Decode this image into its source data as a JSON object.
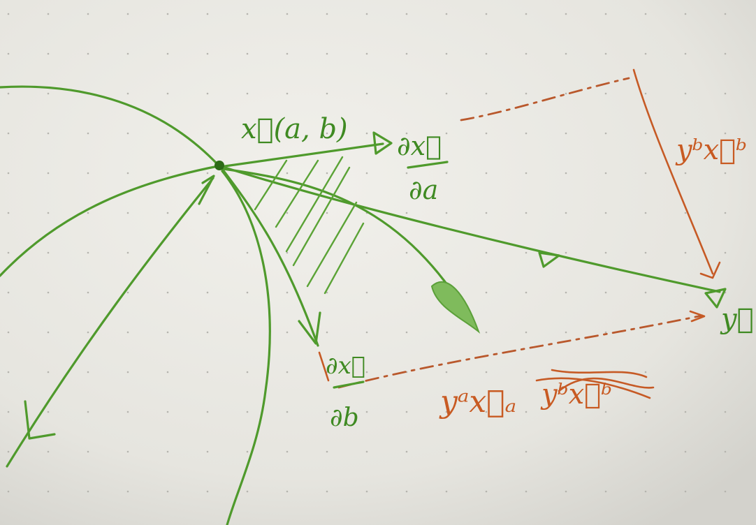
{
  "labels": {
    "point": "x⃗(a, b)",
    "partial_a_num": "∂x⃗",
    "partial_a_den": "∂a",
    "partial_b_num": "∂x⃗",
    "partial_b_den": "∂b",
    "target": "y⃗",
    "component_a": "yᵃx⃗ₐ",
    "component_b": "yᵇx⃗ᵇ",
    "component_b_struck": "yᵇx⃗ᵇ"
  },
  "colors": {
    "paper": "#ecebe6",
    "green_ink": "#4f9a2c",
    "red_ink": "#c65a25"
  }
}
